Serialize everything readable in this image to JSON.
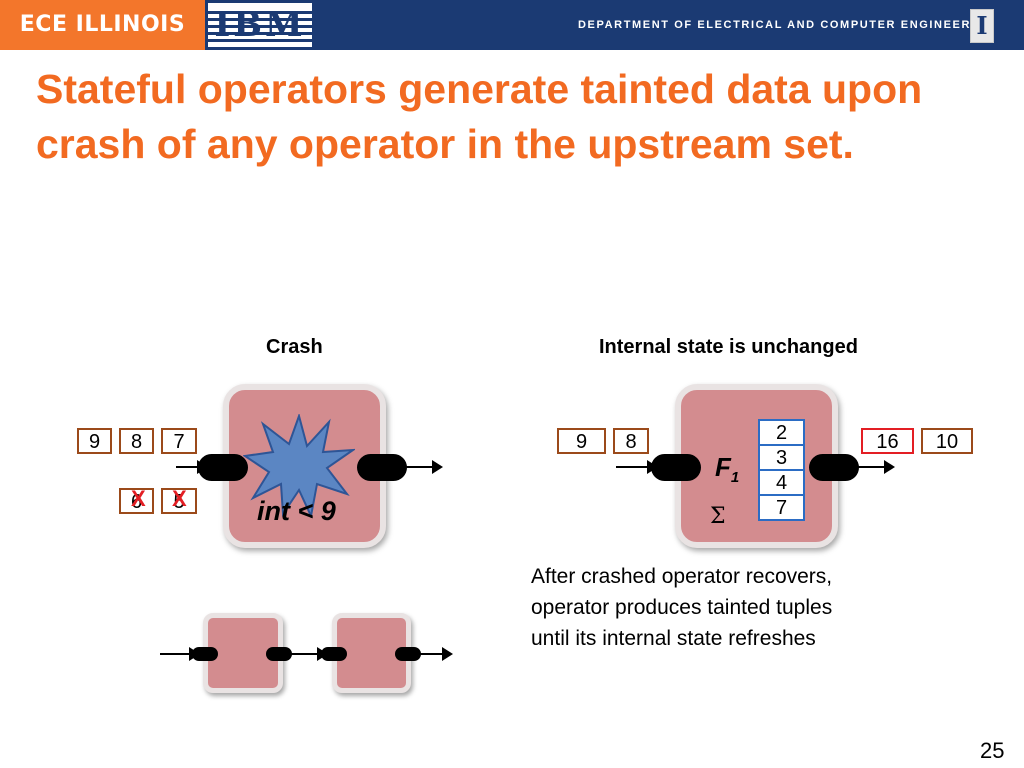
{
  "header": {
    "brand_label": "ECE ILLINOIS",
    "partner_logo_text": "IBM",
    "department_label": "DEPARTMENT OF ELECTRICAL AND COMPUTER ENGINEERING",
    "block_i_text": "I"
  },
  "slide": {
    "title": "Stateful operators generate tainted data upon crash of any operator in the upstream set.",
    "page_number": "25"
  },
  "crash_panel": {
    "caption": "Crash",
    "queued_tuples": [
      "9",
      "8",
      "7"
    ],
    "lost_tuples": [
      "6",
      "5"
    ],
    "lost_mark": "X",
    "operator_condition": "int < 9"
  },
  "state_panel": {
    "caption": "Internal state is unchanged",
    "input_tuples": [
      "9",
      "8"
    ],
    "output_tuples": [
      "16",
      "10"
    ],
    "operator_name": "F",
    "operator_subscript": "1",
    "aggregate_symbol": "Σ",
    "state_values": [
      "2",
      "3",
      "4",
      "7"
    ]
  },
  "note": {
    "lines": [
      "After crashed operator recovers,",
      "operator produces tainted tuples",
      "until its internal state refreshes"
    ]
  },
  "colors": {
    "header_navy": "#1b3a73",
    "brand_orange": "#f3762b",
    "title_orange": "#f26a21",
    "operator_fill": "#d38c8f",
    "tuple_border": "#9b4a1a",
    "tainted_border": "#e31e24",
    "state_border": "#2b6cc4",
    "crash_burst_fill": "#5b86c3"
  }
}
